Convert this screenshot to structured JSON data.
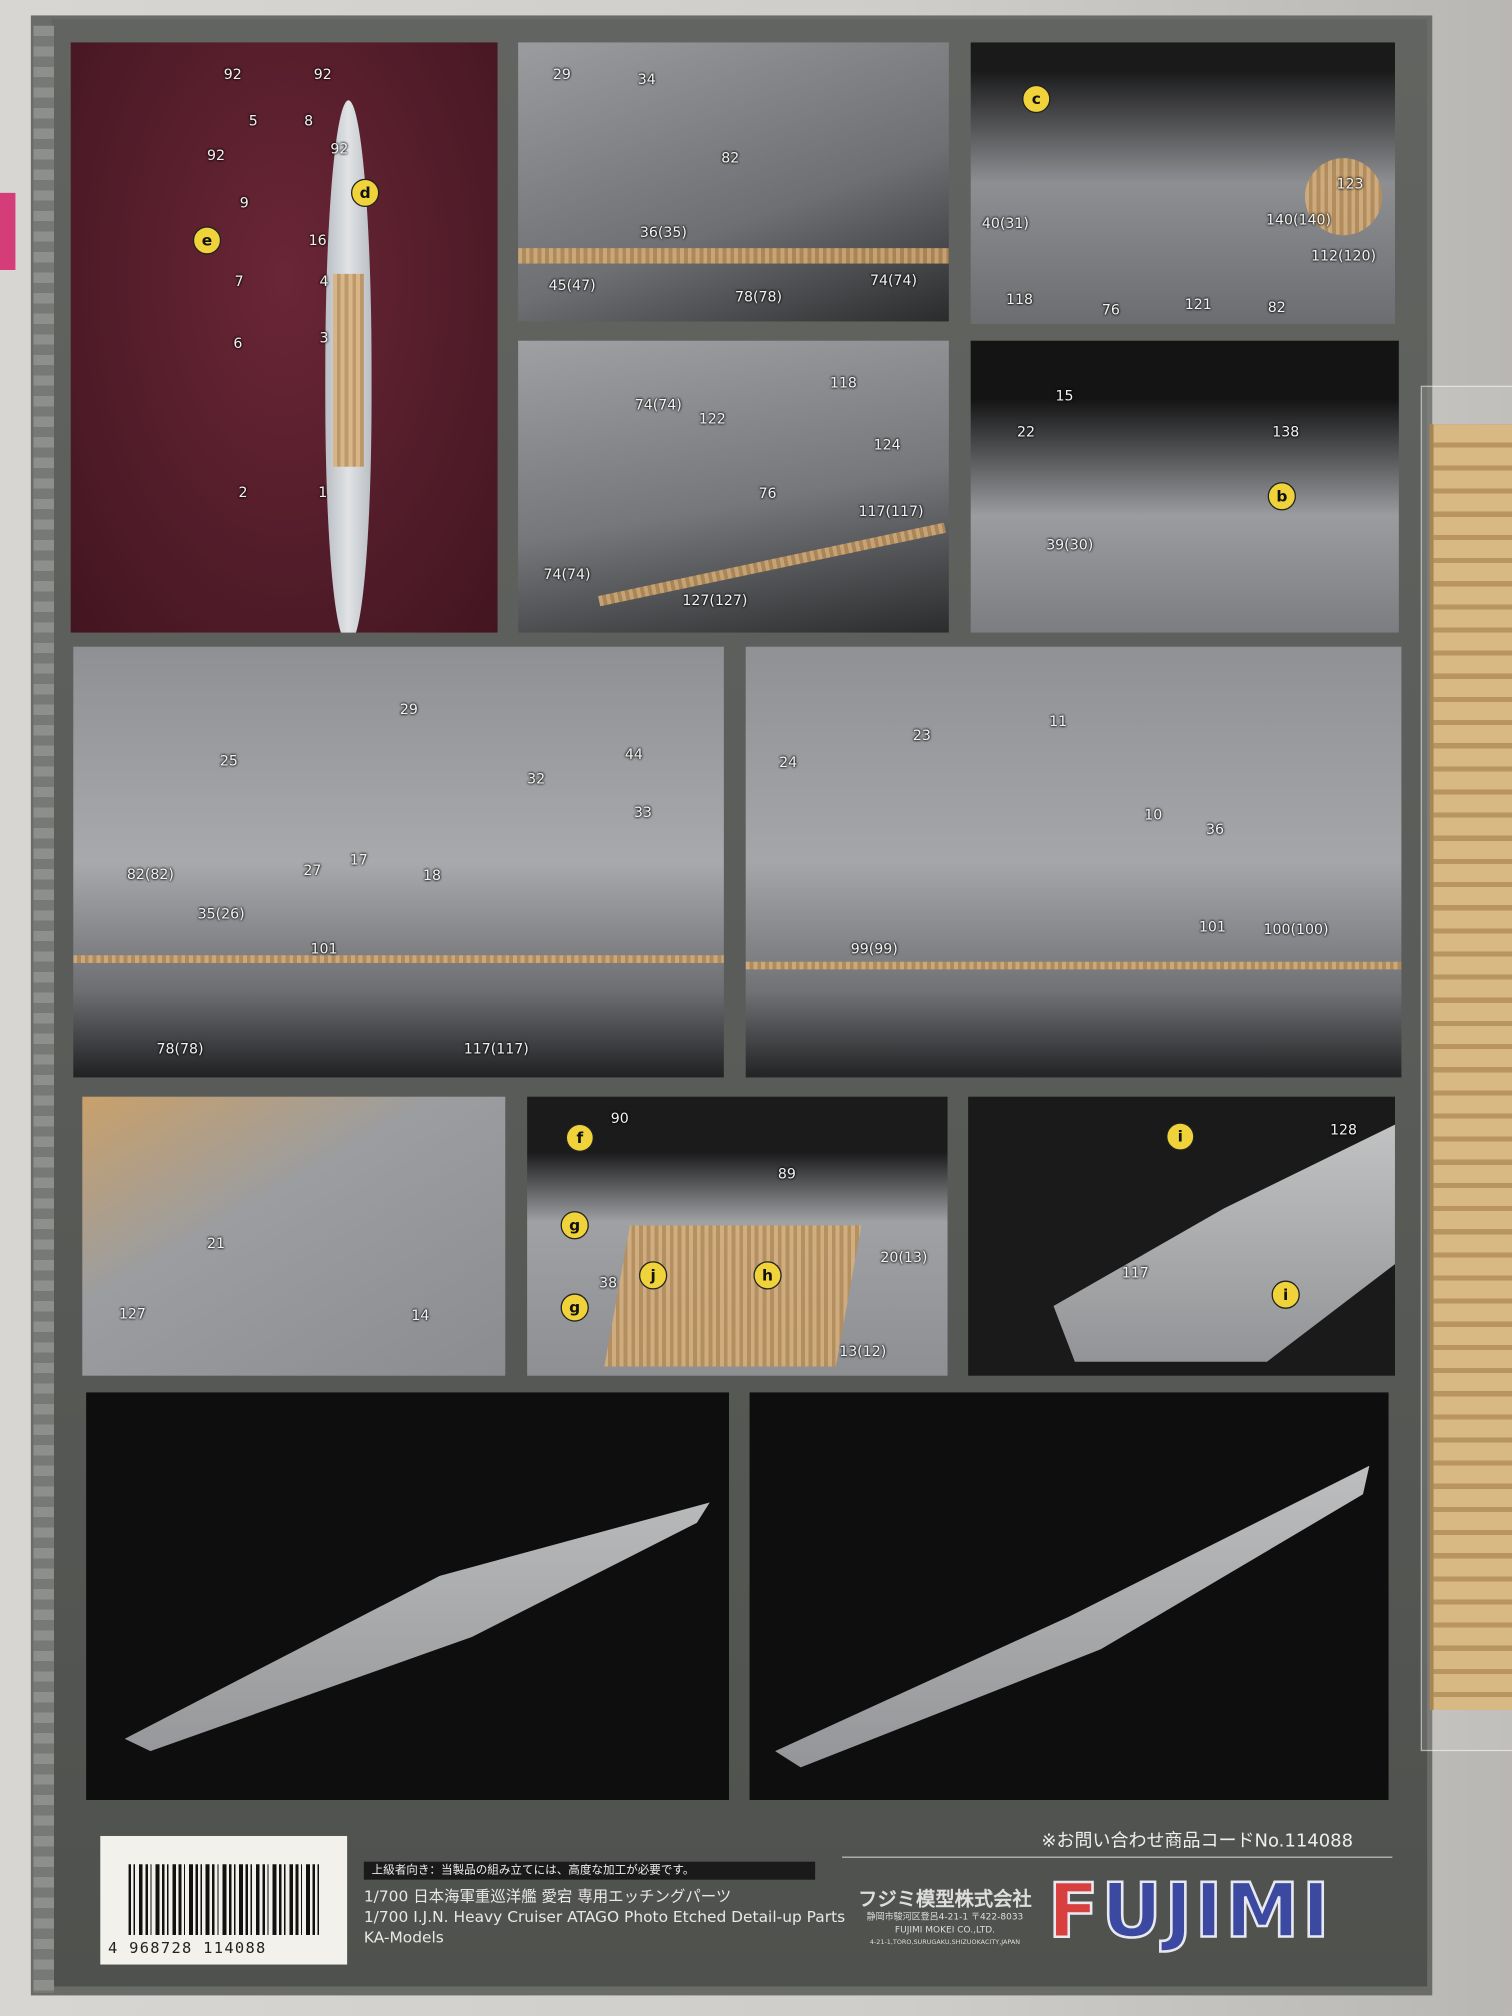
{
  "panels": {
    "a": {
      "labels": [
        "92",
        "92",
        "5",
        "8",
        "92",
        "92",
        "9",
        "16",
        "7",
        "4",
        "6",
        "3",
        "2",
        "1"
      ],
      "markers": [
        "d",
        "e"
      ]
    },
    "b": {
      "labels": [
        "29",
        "34",
        "82",
        "36(35)",
        "45(47)",
        "78(78)",
        "74(74)"
      ]
    },
    "c": {
      "labels": [
        "40(31)",
        "123",
        "140(140)",
        "112(120)",
        "118",
        "76",
        "121",
        "82"
      ],
      "markers": [
        "c"
      ]
    },
    "d": {
      "labels": [
        "118",
        "74(74)",
        "122",
        "124",
        "76",
        "117(117)",
        "74(74)",
        "127(127)"
      ]
    },
    "e": {
      "labels": [
        "15",
        "138",
        "22",
        "39(30)"
      ],
      "markers": [
        "b"
      ]
    },
    "f": {
      "labels": [
        "29",
        "25",
        "44",
        "32",
        "33",
        "17",
        "18",
        "82(82)",
        "27",
        "35(26)",
        "101",
        "78(78)",
        "117(117)"
      ]
    },
    "g": {
      "labels": [
        "11",
        "23",
        "24",
        "10",
        "36",
        "99(99)",
        "101",
        "100(100)"
      ]
    },
    "h": {
      "labels": [
        "21",
        "127",
        "14"
      ]
    },
    "i": {
      "labels": [
        "90",
        "89",
        "38",
        "20(13)",
        "13(12)"
      ],
      "markers": [
        "f",
        "g",
        "j",
        "h",
        "g"
      ]
    },
    "j": {
      "labels": [
        "128",
        "117"
      ],
      "markers": [
        "i",
        "i"
      ]
    }
  },
  "barcode": {
    "number": "4 968728 114088"
  },
  "footer": {
    "warning": "上級者向き：当製品の組み立てには、高度な加工が必要です。",
    "title_jp": "1/700 日本海軍重巡洋艦 愛宕 専用エッチングパーツ",
    "title_en": "1/700 I.J.N. Heavy Cruiser ATAGO Photo Etched Detail-up Parts",
    "maker": "KA-Models",
    "product_code": "※お問い合わせ商品コードNo.114088",
    "company_jp": "フジミ模型株式会社",
    "address_jp": "静岡市駿河区登呂4-21-1 〒422-8033",
    "company_en": "FUJIMI MOKEI CO.,LTD.",
    "address_en": "4-21-1,TORO,SURUGAKU,SHIZUOKACITY,JAPAN",
    "logo": "FUJIMI"
  },
  "colors": {
    "page": "#5d5f5c",
    "brass": "#d9b07a",
    "marker": "#f0d23a",
    "logo_blue": "#3b4aa0",
    "logo_red": "#d8403f"
  }
}
